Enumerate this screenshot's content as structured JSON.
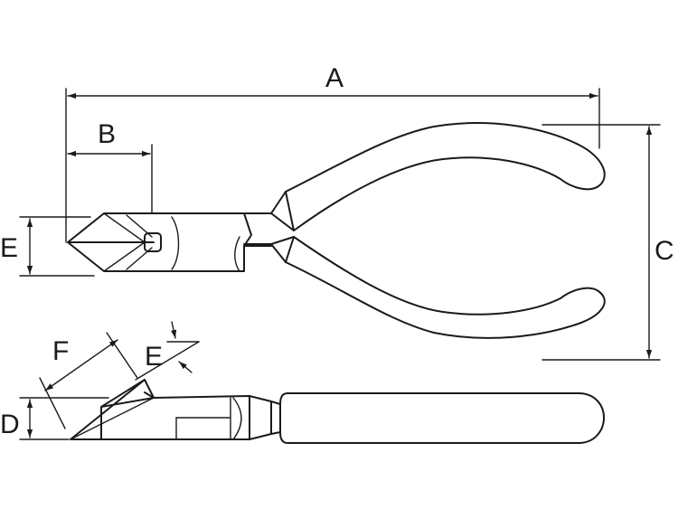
{
  "labels": {
    "a": "A",
    "b": "B",
    "c": "C",
    "d": "D",
    "e_top": "E",
    "e_side": "E",
    "f": "F"
  },
  "colors": {
    "line": "#1a1a1a",
    "background": "#ffffff"
  }
}
